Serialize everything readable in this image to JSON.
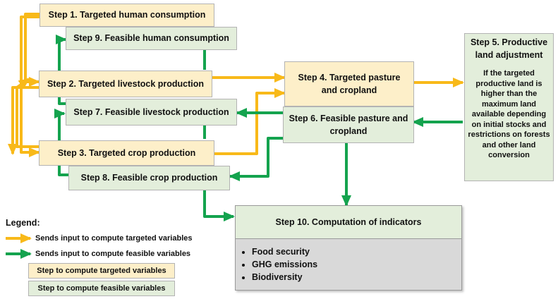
{
  "steps": {
    "s1": "Step 1. Targeted human consumption",
    "s2": "Step 2. Targeted livestock production",
    "s3": "Step 3. Targeted crop production",
    "s4": "Step 4. Targeted pasture and cropland",
    "s5_title": "Step 5. Productive land adjustment",
    "s5_body": "If the targeted productive land is higher than the maximum land available depending on initial stocks and restrictions on forests and other land conversion",
    "s6": "Step 6. Feasible pasture and cropland",
    "s7": "Step 7. Feasible livestock production",
    "s8": "Step 8. Feasible crop production",
    "s9": "Step 9. Feasible human consumption",
    "s10_title": "Step 10. Computation of indicators",
    "s10_items": [
      "Food security",
      "GHG emissions",
      "Biodiversity"
    ]
  },
  "legend": {
    "title": "Legend:",
    "arrow_targeted": "Sends input to compute targeted variables",
    "arrow_feasible": "Sends input to compute feasible variables",
    "box_targeted": "Step to compute targeted variables",
    "box_feasible": "Step to compute feasible variables"
  },
  "colors": {
    "targeted_arrow": "#f8b919",
    "feasible_arrow": "#14a34e",
    "targeted_box": "#fdefc9",
    "feasible_box": "#e3eedb",
    "indicator_box": "#d9d9d9"
  }
}
